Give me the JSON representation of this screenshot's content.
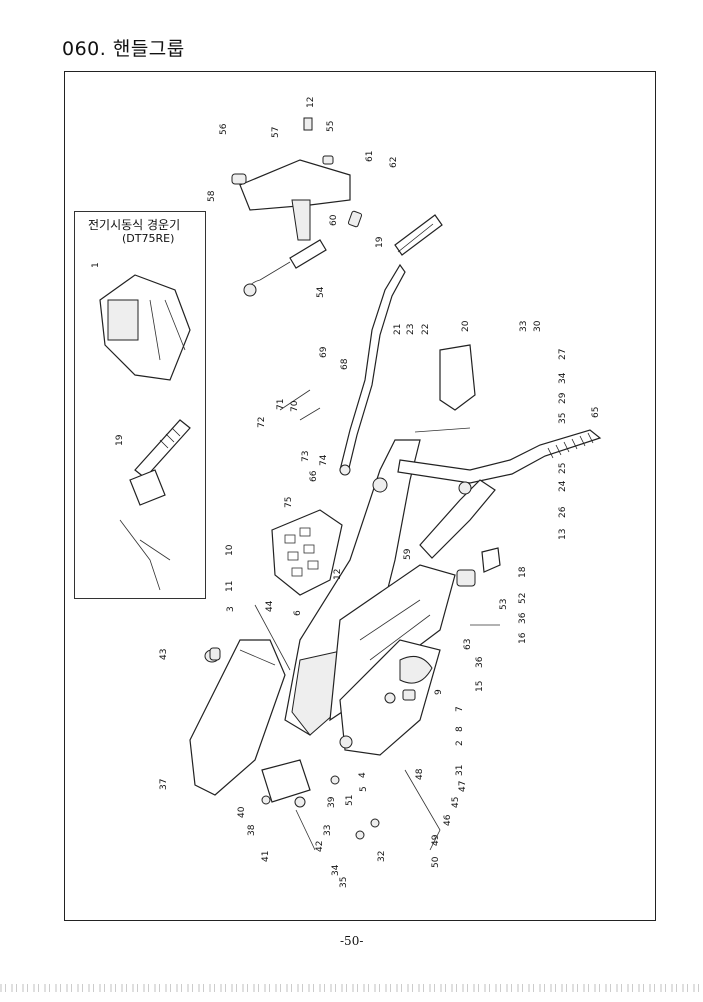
{
  "page": {
    "title": "060. 핸들그룹",
    "page_number": "-50-"
  },
  "inset": {
    "title": "전기시동식 경운기",
    "model": "(DT75RE)",
    "labels": [
      "1",
      "19"
    ]
  },
  "callouts": [
    "56",
    "57",
    "12",
    "55",
    "61",
    "62",
    "58",
    "60",
    "54",
    "19",
    "21",
    "23",
    "22",
    "20",
    "33",
    "30",
    "27",
    "34",
    "29",
    "35",
    "65",
    "69",
    "68",
    "71",
    "70",
    "72",
    "73",
    "74",
    "66",
    "75",
    "25",
    "24",
    "26",
    "13",
    "10",
    "11",
    "12",
    "59",
    "18",
    "53",
    "52",
    "36",
    "16",
    "3",
    "44",
    "6",
    "63",
    "36",
    "15",
    "43",
    "9",
    "7",
    "8",
    "2",
    "37",
    "4",
    "5",
    "31",
    "48",
    "47",
    "45",
    "40",
    "39",
    "38",
    "51",
    "33",
    "46",
    "42",
    "41",
    "32",
    "49",
    "50",
    "34",
    "35"
  ]
}
